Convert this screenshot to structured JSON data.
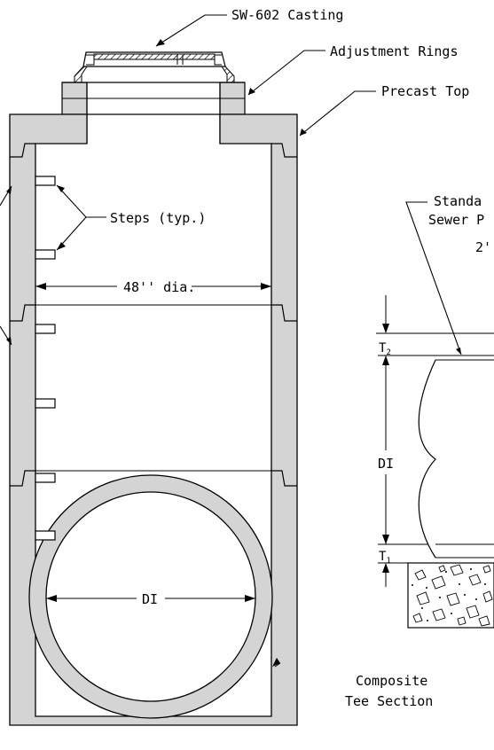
{
  "labels": {
    "casting": "SW-602 Casting",
    "adjustment_rings": "Adjustment Rings",
    "precast_top": "Precast Top",
    "standard_line1": "Standa",
    "standard_line2": "Sewer P",
    "two_inch": "2''",
    "steps": "Steps (typ.)",
    "diameter_48": "48'' dia.",
    "pipe_di": "DI",
    "section_di": "DI",
    "t2_main": "T",
    "t2_sub": "2",
    "t1_main": "T",
    "t1_sub": "1",
    "caption_line1": "Composite",
    "caption_line2": "Tee Section"
  },
  "colors": {
    "concrete": "#d4d4d4",
    "line": "#000000",
    "background": "#ffffff"
  }
}
